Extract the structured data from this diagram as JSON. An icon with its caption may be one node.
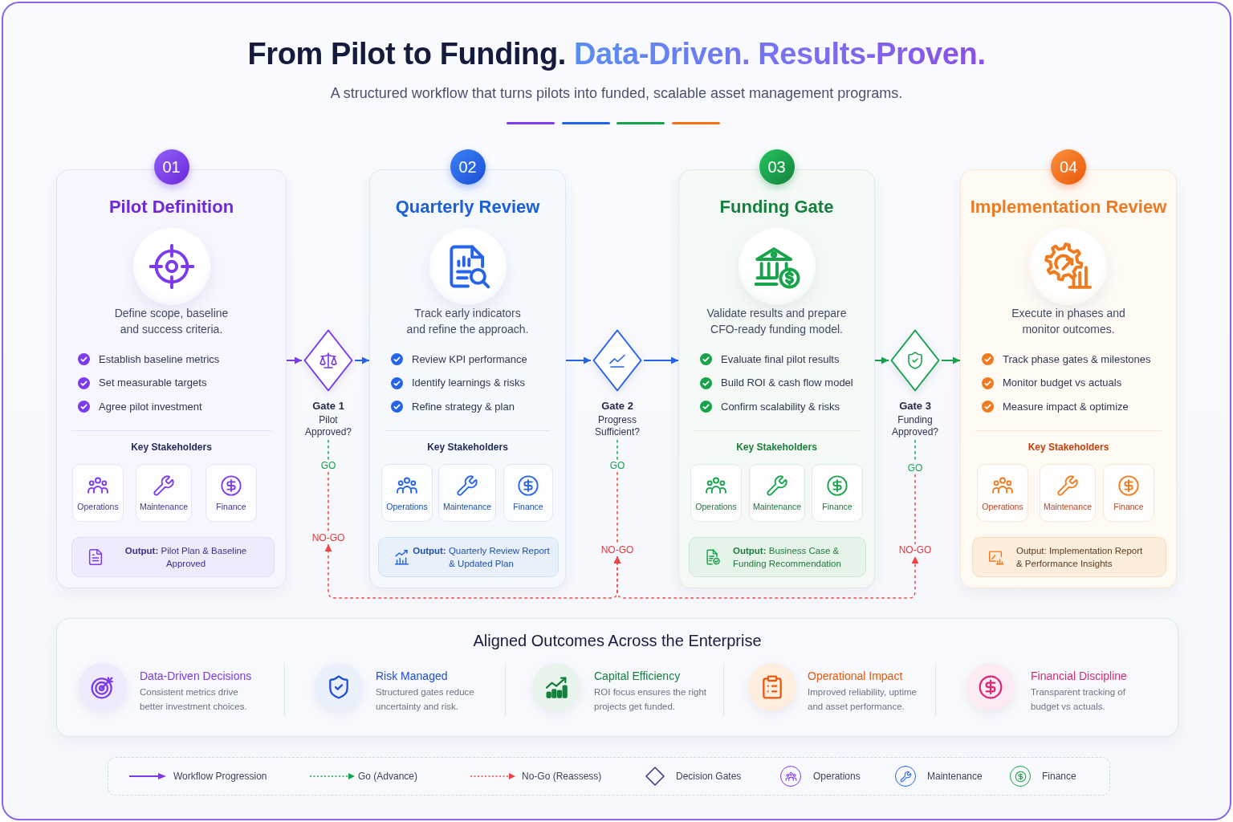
{
  "diagram": {
    "title": "From Pilot to Funding. *Data-Driven. Results-Proven.*",
    "nodes": [
      {
        "text": [
          "01",
          "Pilot Definition",
          "Define scope, baseline and success criteria.",
          "Establish baseline metrics",
          "Set measurable targets",
          "Agree pilot investment",
          "Key Stakeholders"
        ]
      },
      {
        "text": [
          "Operations"
        ],
        "in": 0
      },
      {
        "text": [
          "Maintenance"
        ],
        "in": 0
      },
      {
        "text": [
          "Finance"
        ],
        "in": 0
      },
      {
        "text": [
          "**Output:** Pilot Plan & Baseline Approved"
        ],
        "in": 0
      },
      {
        "text": [
          "Gate 1",
          "Pilot Approved?"
        ]
      },
      {
        "text": [
          "GO"
        ]
      },
      {
        "text": [
          "NO-GO"
        ]
      },
      {
        "text": [
          "02",
          "Quarterly Review",
          "Track early indicators and refine the approach.",
          "Review KPI performance",
          "Identify learnings & risks",
          "Refine strategy & plan",
          "Key Stakeholders"
        ]
      },
      {
        "text": [
          "Operations"
        ],
        "in": 8
      },
      {
        "text": [
          "Maintenance"
        ],
        "in": 8
      },
      {
        "text": [
          "Finance"
        ],
        "in": 8
      },
      {
        "text": [
          "**Output:** Quarterly Review Report & Updated Plan"
        ],
        "in": 8
      },
      {
        "text": [
          "Gate 2",
          "Progress Sufficient?"
        ]
      },
      {
        "text": [
          "GO"
        ]
      },
      {
        "text": [
          "NO-GO"
        ]
      },
      {
        "text": [
          "03",
          "Funding Gate",
          "Validate results and prepare CFO-ready funding model.",
          "Evaluate final pilot results",
          "Build ROI & cash flow model",
          "Confirm scalability & risks",
          "Key Stakeholders"
        ]
      },
      {
        "text": [
          "Operations"
        ],
        "in": 16
      },
      {
        "text": [
          "Maintenance"
        ],
        "in": 16
      },
      {
        "text": [
          "Finance"
        ],
        "in": 16
      },
      {
        "text": [
          "**Output:** Business Case & Funding Recommendation"
        ],
        "in": 16
      },
      {
        "text": [
          "Gate 3",
          "Funding Approved?"
        ]
      },
      {
        "text": [
          "GO"
        ]
      },
      {
        "text": [
          "NO-GO"
        ]
      },
      {
        "text": [
          "04",
          "Implementation Review",
          "Execute in phases and monitor outcomes.",
          "Track phase gates & milestones",
          "Monitor budget vs actuals",
          "Measure impact & optimize",
          "Key Stakeholders"
        ]
      },
      {
        "text": [
          "Operations"
        ],
        "in": 24
      },
      {
        "text": [
          "Maintenance"
        ],
        "in": 24
      },
      {
        "text": [
          "Finance"
        ],
        "in": 24
      },
      {
        "text": [
          "Output: Implementation Report & Performance Insights"
        ],
        "in": 24
      },
      {
        "text": [
          "Aligned Outcomes Across the Enterprise",
          "Data-Driven Decisions",
          "Consistent metrics drive better investment choices.",
          "Risk Managed",
          "Structured gates reduce uncertainty and risk.",
          "Capital Efficiency",
          "ROI focus ensures the right projects get funded.",
          "Operational Impact",
          "Improved reliability, uptime and asset performance.",
          "Financial Discipline",
          "Transparent tracking of budget vs actuals."
        ]
      }
    ],
    "edges": [
      {
        "from": 0,
        "to": 5,
        "arrow": "to",
        "color": "#7c3aed"
      },
      {
        "from": 5,
        "to": 8,
        "arrow": "to",
        "color": "#2563eb"
      },
      {
        "from": 8,
        "to": 13,
        "arrow": "to",
        "color": "#2563eb"
      },
      {
        "from": 13,
        "to": 16,
        "arrow": "to",
        "color": "#2563eb"
      },
      {
        "from": 16,
        "to": 21,
        "arrow": "to",
        "color": "#16a34a"
      },
      {
        "from": 21,
        "to": 24,
        "arrow": "to",
        "color": "#16a34a"
      },
      {
        "from": 5,
        "to": 6,
        "arrow": "none",
        "style": "dashed",
        "color": "#16a34a"
      },
      {
        "from": 6,
        "to": 7,
        "arrow": "none",
        "style": "dashed",
        "color": "#ef4444"
      },
      {
        "from": 13,
        "to": 14,
        "arrow": "none",
        "style": "dashed",
        "color": "#16a34a"
      },
      {
        "from": 14,
        "to": 15,
        "arrow": "none",
        "style": "dashed",
        "color": "#ef4444"
      },
      {
        "from": 21,
        "to": 22,
        "arrow": "none",
        "style": "dashed",
        "color": "#16a34a"
      },
      {
        "from": 22,
        "to": 23,
        "arrow": "none",
        "style": "dashed",
        "color": "#ef4444"
      },
      {
        "from": 7,
        "to": 15,
        "arrow": "both",
        "style": "dashed",
        "color": "#ef4444"
      },
      {
        "from": 15,
        "to": 23,
        "arrow": "both",
        "style": "dashed",
        "color": "#ef4444"
      }
    ],
    "labels": [
      "A structured workflow that turns pilots into funded, scalable asset management programs."
    ],
    "legend": [
      {
        "text": "Workflow Progression"
      },
      {
        "text": "Go (Advance)"
      },
      {
        "text": "No-Go (Reassess)"
      },
      {
        "text": "Decision Gates"
      },
      {
        "text": "Operations"
      },
      {
        "text": "Maintenance"
      },
      {
        "text": "Finance"
      }
    ]
  }
}
